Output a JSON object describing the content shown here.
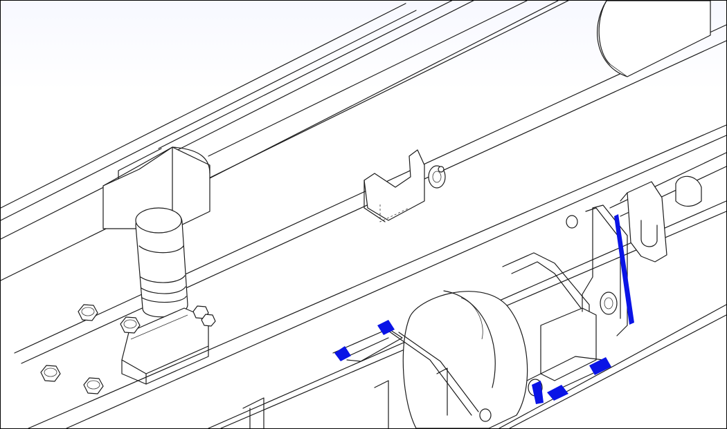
{
  "colors": {
    "background": "#ffffff",
    "line": "#1a1a1a",
    "highlight": "#0a14e6",
    "frame": "#000000"
  },
  "highlight_marks": [
    "weld-mark-1",
    "weld-mark-2",
    "weld-mark-3",
    "weld-mark-4",
    "weld-mark-5",
    "weld-seam-long"
  ]
}
